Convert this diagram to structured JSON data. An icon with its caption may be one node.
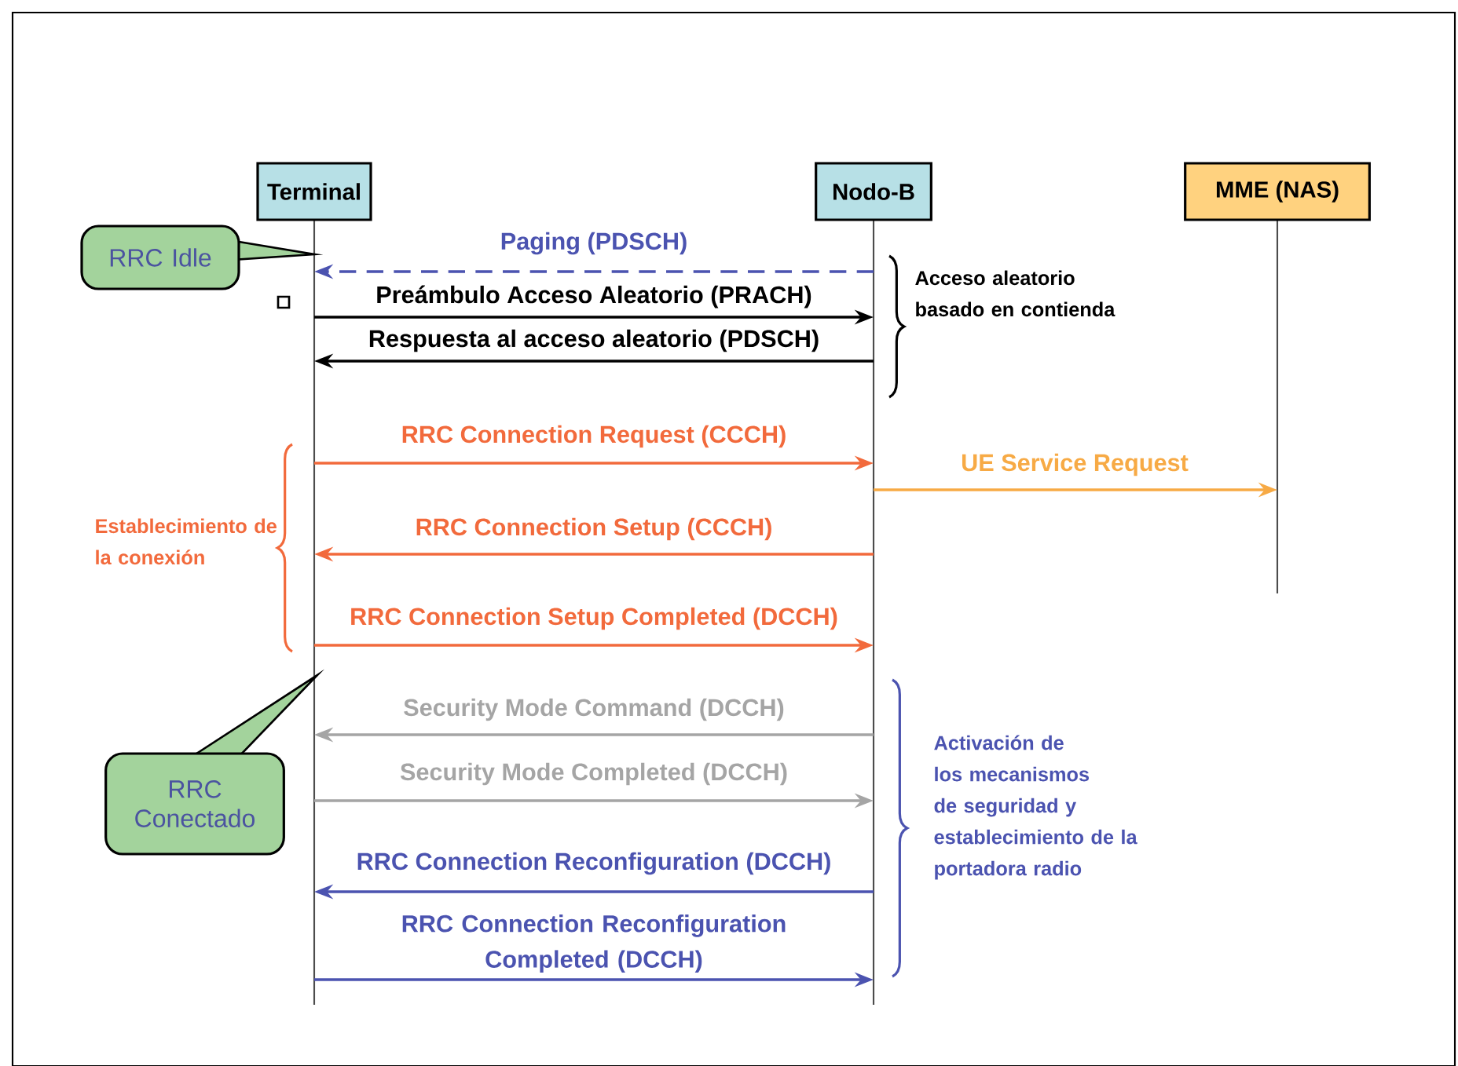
{
  "diagram": {
    "nodes": [
      {
        "text": [
          "Terminal"
        ]
      },
      {
        "text": [
          "Nodo-B"
        ]
      },
      {
        "text": [
          "MME (NAS)"
        ]
      },
      {
        "text": [
          "RRC Idle"
        ]
      },
      {
        "text": [
          "RRC Conectado"
        ]
      }
    ],
    "edges": [
      {
        "from": 1,
        "to": 0,
        "arrow": "to",
        "label": "Paging (PDSCH)",
        "style": "dashed",
        "color": "#4b53b0"
      },
      {
        "from": 0,
        "to": 1,
        "arrow": "to",
        "label": "Preámbulo Acceso Aleatorio (PRACH)",
        "color": "#000000"
      },
      {
        "from": 1,
        "to": 0,
        "arrow": "to",
        "label": "Respuesta al acceso aleatorio (PDSCH)",
        "color": "#000000"
      },
      {
        "from": 0,
        "to": 1,
        "arrow": "to",
        "label": "RRC Connection Request (CCCH)",
        "color": "#f26a3c"
      },
      {
        "from": 1,
        "to": 2,
        "arrow": "to",
        "label": "UE Service Request",
        "color": "#f7aa45"
      },
      {
        "from": 1,
        "to": 0,
        "arrow": "to",
        "label": "RRC Connection Setup (CCCH)",
        "color": "#f26a3c"
      },
      {
        "from": 0,
        "to": 1,
        "arrow": "to",
        "label": "RRC Connection Setup Completed (DCCH)",
        "color": "#f26a3c"
      },
      {
        "from": 1,
        "to": 0,
        "arrow": "to",
        "label": "Security Mode Command (DCCH)",
        "color": "#a5a5a5"
      },
      {
        "from": 0,
        "to": 1,
        "arrow": "to",
        "label": "Security Mode Completed (DCCH)",
        "color": "#a5a5a5"
      },
      {
        "from": 1,
        "to": 0,
        "arrow": "to",
        "label": "RRC Connection Reconfiguration (DCCH)",
        "color": "#4b53b0"
      },
      {
        "from": 0,
        "to": 1,
        "arrow": "to",
        "label": "RRC Connection Reconfiguration Completed (DCCH)",
        "color": "#4b53b0"
      }
    ],
    "labels": [
      "Acceso aleatorio basado en contienda",
      "Establecimiento de la conexión",
      "Activación de los mecanismos de seguridad y establecimiento de la portadora radio"
    ]
  }
}
